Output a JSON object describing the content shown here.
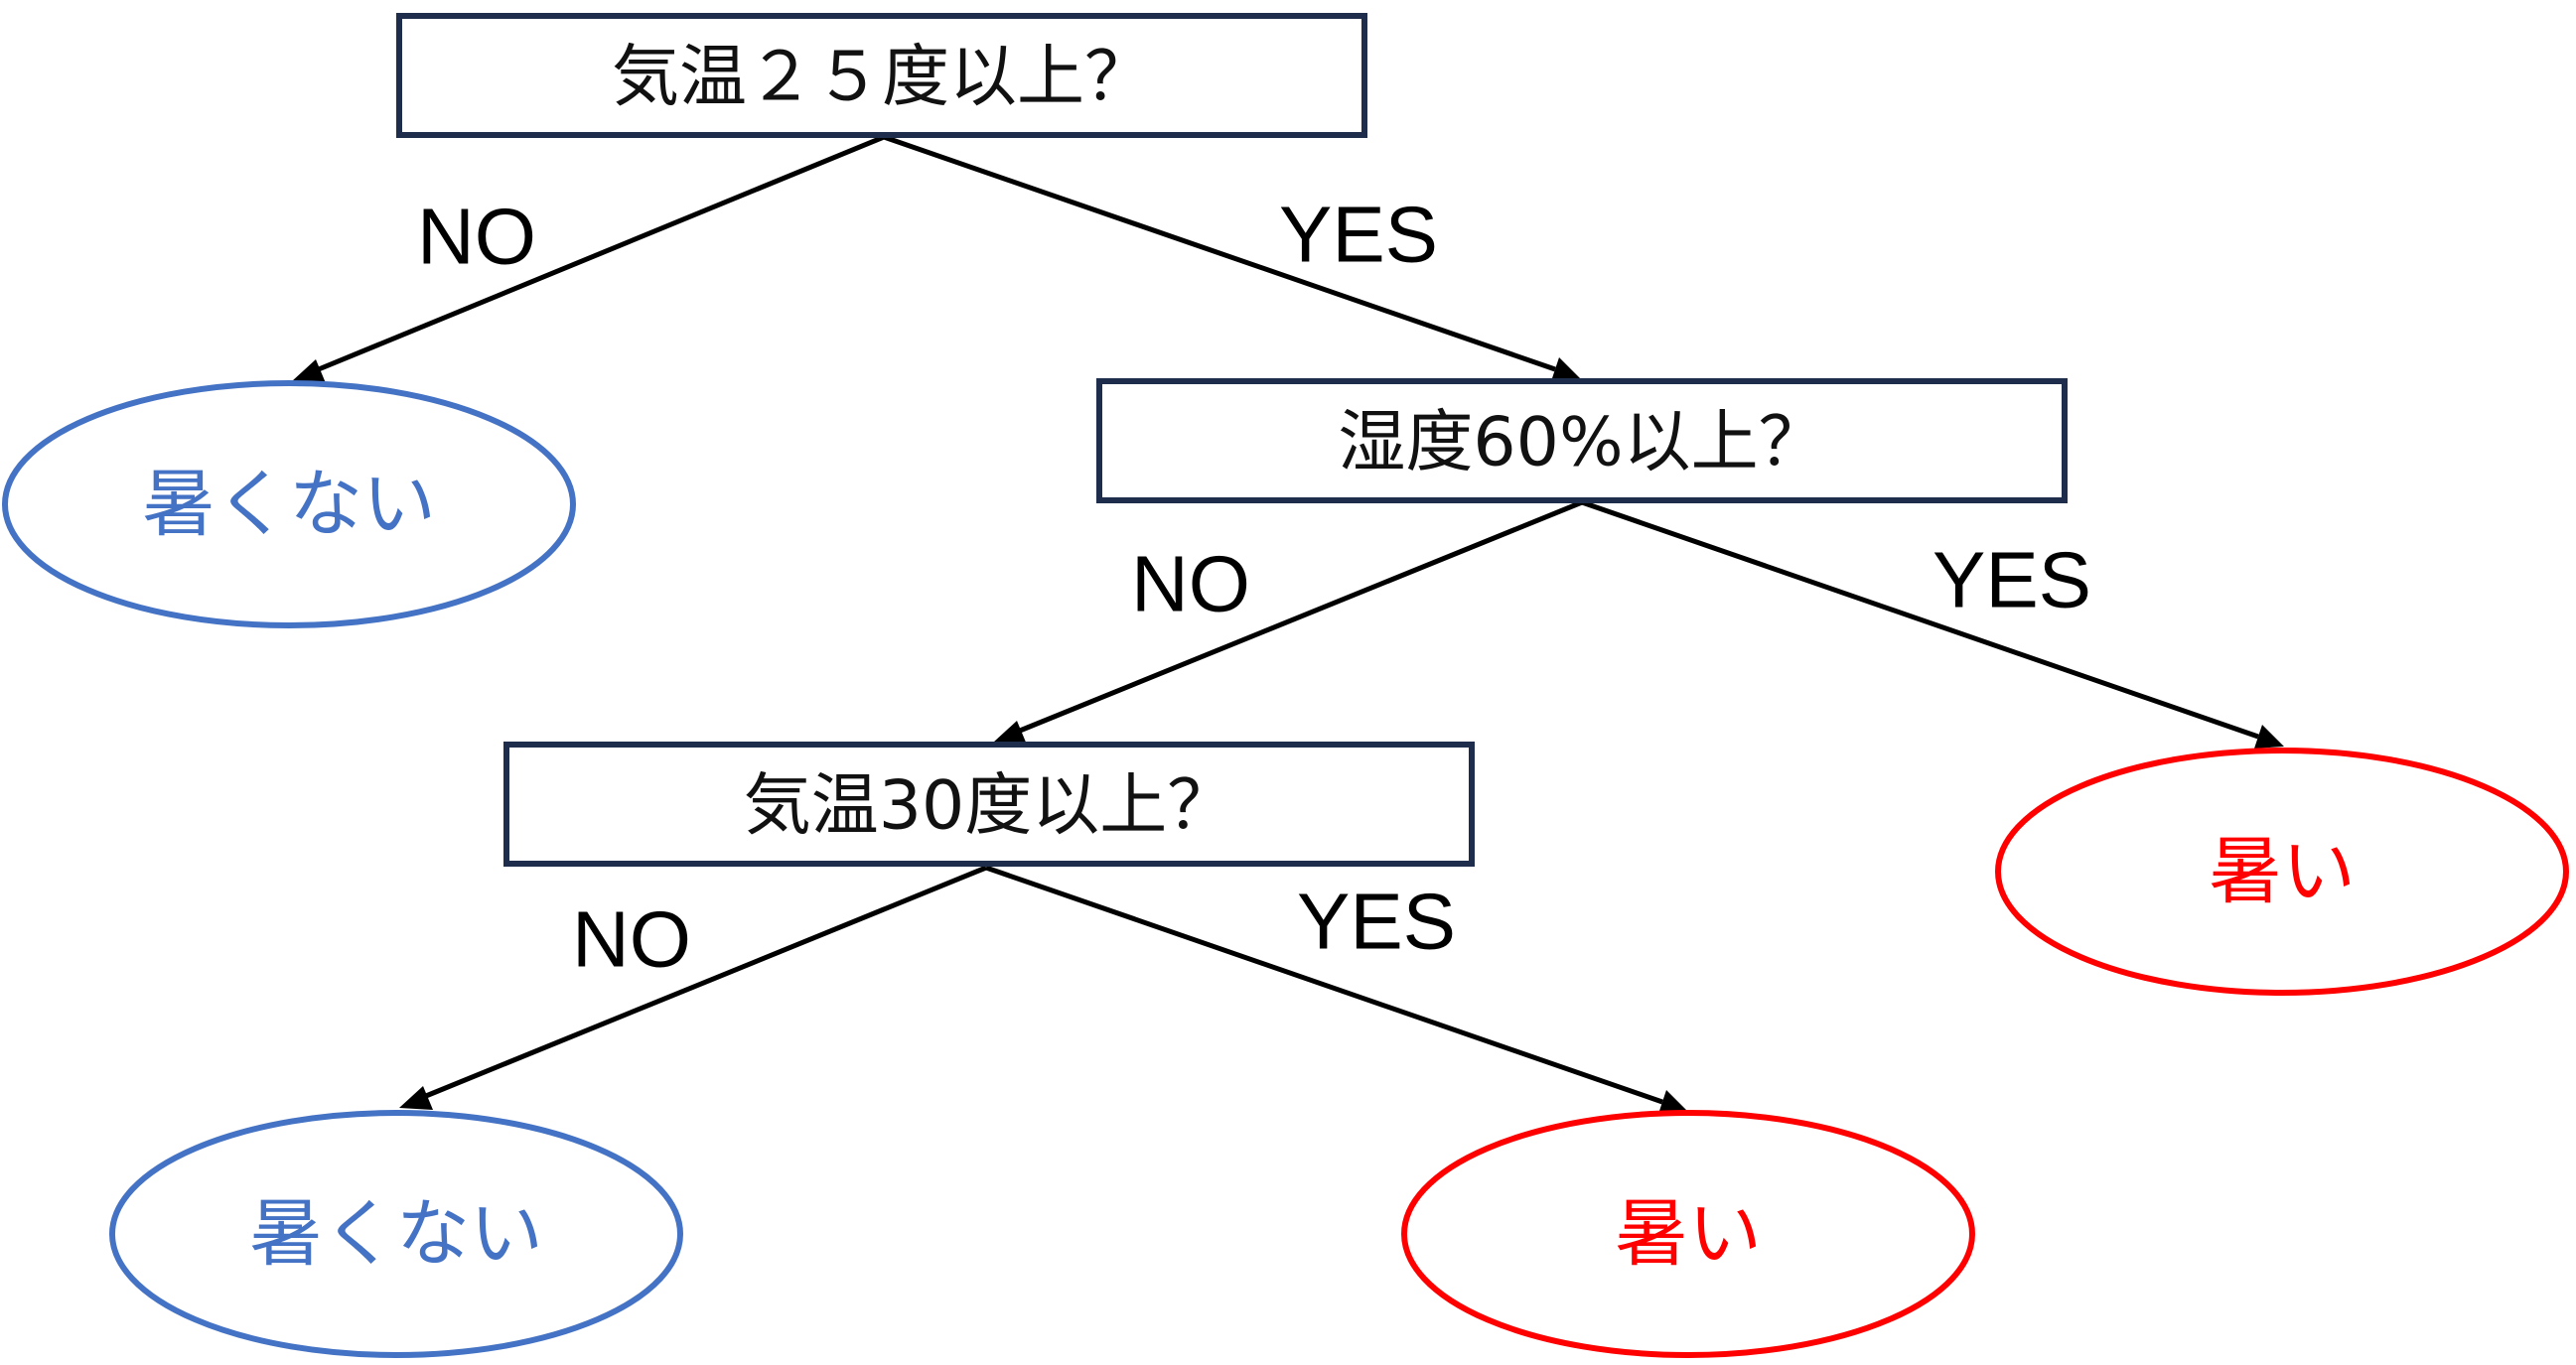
{
  "colors": {
    "box_border": "#1f2d4d",
    "edge": "#000000",
    "leaf_not_hot": "#4472c4",
    "leaf_hot": "#ff0000"
  },
  "decision_nodes": {
    "root": "気温２５度以上？",
    "humidity": "湿度60%以上？",
    "temp30": "気温30度以上？"
  },
  "leaves": {
    "leaf1": {
      "label": "暑くない",
      "color": "#4472c4"
    },
    "leaf2": {
      "label": "暑い",
      "color": "#ff0000"
    },
    "leaf3": {
      "label": "暑くない",
      "color": "#4472c4"
    },
    "leaf4": {
      "label": "暑い",
      "color": "#ff0000"
    }
  },
  "edges": {
    "root_no": "NO",
    "root_yes": "YES",
    "humidity_no": "NO",
    "humidity_yes": "YES",
    "temp30_no": "NO",
    "temp30_yes": "YES"
  }
}
